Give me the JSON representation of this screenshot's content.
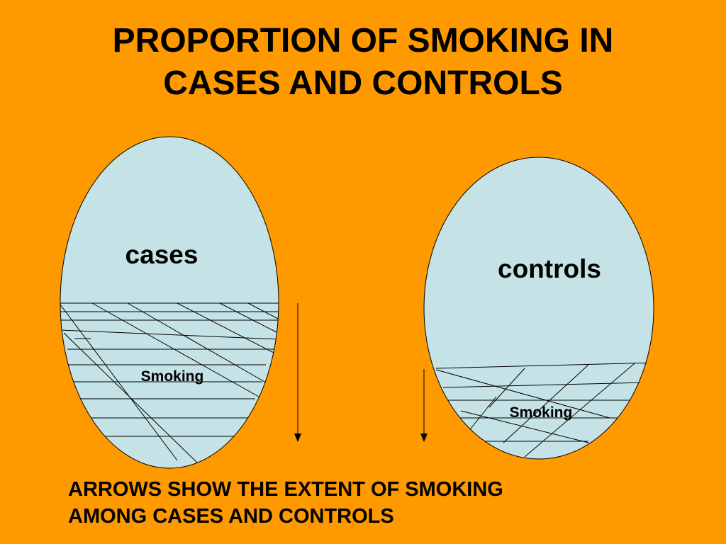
{
  "slide": {
    "title_line1": "PROPORTION OF SMOKING IN",
    "title_line2": "CASES AND CONTROLS",
    "caption_line1": "ARROWS SHOW THE EXTENT OF SMOKING",
    "caption_line2": "AMONG CASES AND CONTROLS",
    "background_color": "#FF9900"
  },
  "groups": {
    "cases": {
      "label": "cases",
      "smoking_label": "Smoking",
      "fill_color": "#C5E3E6"
    },
    "controls": {
      "label": "controls",
      "smoking_label": "Smoking",
      "fill_color": "#C5E3E6"
    }
  }
}
